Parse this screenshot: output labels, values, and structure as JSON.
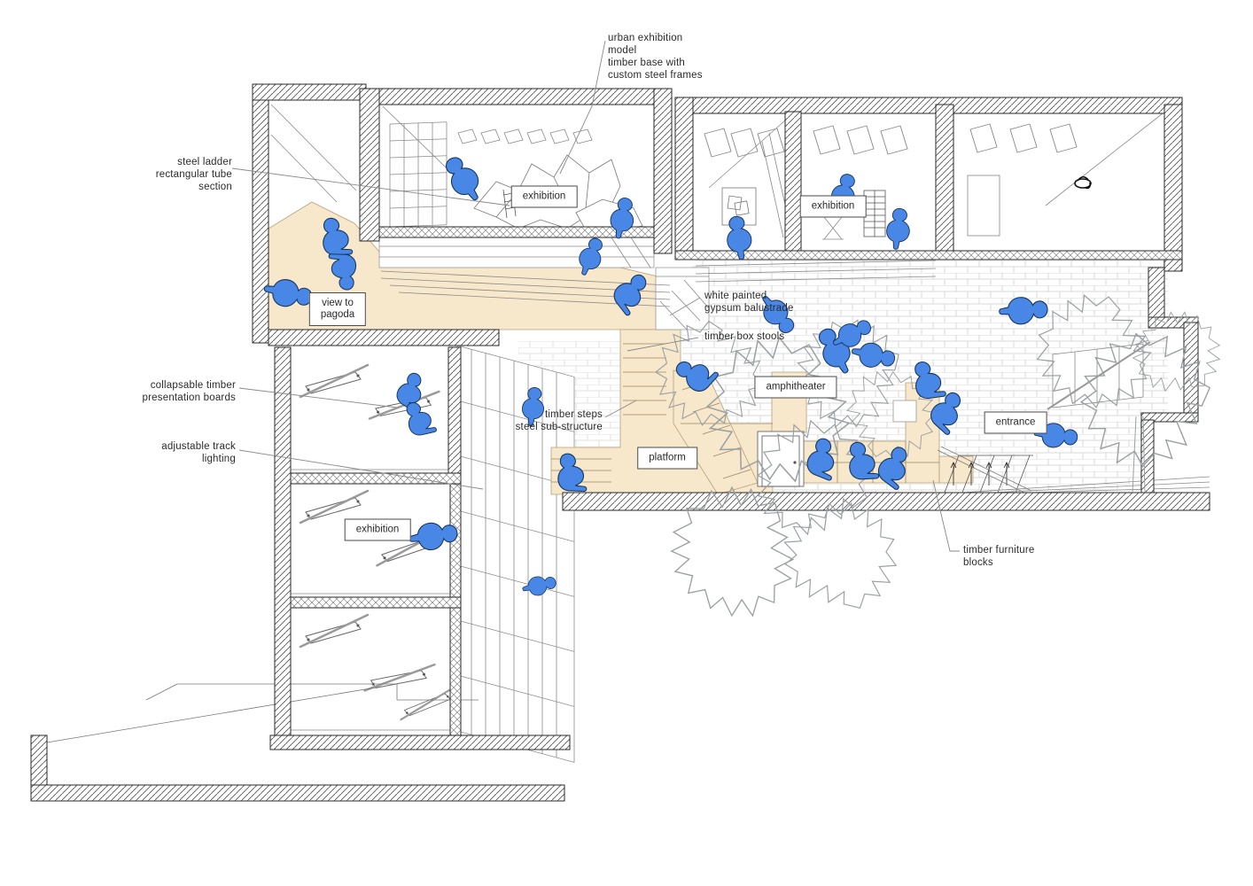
{
  "drawing": {
    "type": "architectural-sectional-perspective",
    "colors": {
      "figure_blue": "#4887e5",
      "figure_outline": "#17365e",
      "floor_beige": "#f7e7cb",
      "wall_line": "#2a2a2a",
      "detail_gray": "#8a8a8a",
      "brick_gray": "#d8d8d8",
      "tree_gray": "#9aa0a3",
      "background": "#ffffff"
    }
  },
  "boxed_labels": {
    "exhibition_a": {
      "text": "exhibition"
    },
    "exhibition_b": {
      "text": "exhibition"
    },
    "exhibition_c": {
      "text": "exhibition"
    },
    "view_to_pagoda": {
      "lines": [
        "view to",
        "pagoda"
      ]
    },
    "amphitheater": {
      "text": "amphitheater"
    },
    "entrance": {
      "text": "entrance"
    },
    "platform": {
      "text": "platform"
    }
  },
  "annotations": {
    "urban_model": {
      "lines": [
        "urban exhibition",
        "model",
        "timber base with",
        "custom steel frames"
      ]
    },
    "steel_ladder": {
      "lines": [
        "steel ladder",
        "rectangular tube",
        "section"
      ]
    },
    "collapsable_boards": {
      "lines": [
        "collapsable timber",
        "presentation boards"
      ]
    },
    "track_lighting": {
      "lines": [
        "adjustable track",
        "lighting"
      ]
    },
    "gypsum_balustrade": {
      "lines": [
        "white painted",
        "gypsum balustrade"
      ]
    },
    "timber_stools": {
      "lines": [
        "timber box stools"
      ]
    },
    "timber_steps": {
      "lines": [
        "timber steps",
        "steel sub-structure"
      ]
    },
    "furniture_blocks": {
      "lines": [
        "timber furniture",
        "blocks"
      ]
    }
  }
}
